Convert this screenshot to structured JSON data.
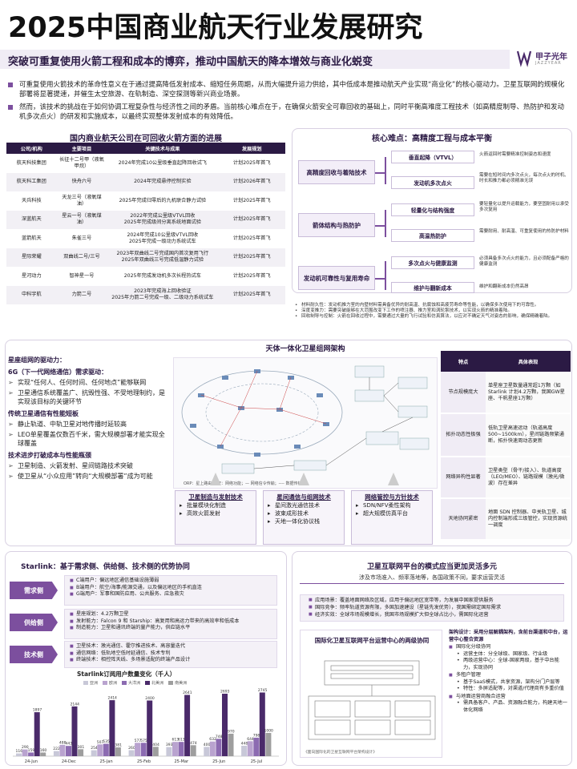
{
  "header": {
    "title": "2025中国商业航天行业发展研究",
    "subtitle": "突破可重复使用火箭工程和成本的博弈，推动中国航天的降本增效与商业化蜕变",
    "logo_cn": "甲子光年",
    "logo_en": "JAZZYEAR"
  },
  "intro": [
    "可重复使用火箭技术的革命性意义在于通过提高降低发射成本、缩短任务周期，从而大幅提升运力供给，其中低成本是推动航天产业实现“商业化”的核心驱动力。卫星互联网的规模化部署将显著提速，并催生太空旅游、在轨制造、深空探测等新兴商业场景。",
    "然而，该技术的挑战在于如何协调工程复杂性与经济性之间的矛盾。当前核心难点在于，在确保火箭安全可靠回收的基础上，同时平衡高难度工程技术（如高精度制导、热防护和发动机多次点火）的研发和实施成本，以最终实现整体发射成本的有效降低。"
  ],
  "progress": {
    "title": "国内商业航天公司在可回收火箭方面的进展",
    "headers": [
      "公司/机构",
      "主要项目",
      "关键技术与成果",
      "发展规划"
    ],
    "rows": [
      [
        "航天科技集团",
        "长征十二号甲（液氧甲烷）",
        "2024年完成10公里级垂直起降回收试飞",
        "计划2025年首飞"
      ],
      [
        "航天科工集团",
        "快舟六号",
        "2024年完成悬停控制实验",
        "计划2026年首飞"
      ],
      [
        "天兵科技",
        "天龙三号（液氧煤油）",
        "2025年完成归零后的九机联合静力试验",
        "计划2025年首飞"
      ],
      [
        "深蓝航天",
        "星云一号（液氧煤油）",
        "2022年完成公里级VTVL回收\n2025年完成级间分离系统地面试验",
        "计划2025年首飞"
      ],
      [
        "蓝箭航天",
        "朱雀三号",
        "2024年完成10公里级VTVL回收\n2025年完成一级动力系统试车",
        "计划2025年首飞"
      ],
      [
        "星际荣耀",
        "双曲线二号/三号",
        "2023年双曲线二号完成国内首次复用飞行\n2025年双曲线三号完成低温静力试验",
        "计划2025年首飞"
      ],
      [
        "星河动力",
        "智神星一号",
        "2025年完成发动机多次长程热试车",
        "计划2025年首飞"
      ],
      [
        "中科宇航",
        "力箭二号",
        "2023年完成海上回收验证\n2025年力箭二号完成一级、二级动力系统试车",
        "计划2025年首飞"
      ]
    ]
  },
  "core": {
    "title": "核心难点：高精度工程与成本平衡",
    "groups": [
      {
        "label": "高精度回收与着陆技术",
        "items": [
          {
            "name": "垂直起降（VTVL）",
            "desc": "火箭返回时需要精准控制姿态和速度"
          },
          {
            "name": "发动机多次点火",
            "desc": "需要在短时间内多次点火，每次点火的时机、时长和推力都必须精准无误"
          }
        ]
      },
      {
        "label": "箭体结构与热防护",
        "items": [
          {
            "name": "轻量化与结构强度",
            "desc": "要轻量化以提升运载能力，要坚固耐用以承受多次复用"
          },
          {
            "name": "高温热防护",
            "desc": "需要耐用、耐高温、可重复使用的热防护材料"
          }
        ]
      },
      {
        "label": "发动机可靠性与复用寿命",
        "items": [
          {
            "name": "多次点火与健康监测",
            "desc": "必须具备多次点火的能力，且必须配备严格的健康监测"
          },
          {
            "name": "维护与翻新成本",
            "desc": "维护和翻新成本仍然高昂"
          }
        ]
      }
    ],
    "notes": [
      "材料耐久性：发动机推力室的内壁材料需具备优异的耐高温、抗腐蚀和高疲劳寿命等性能，以确保多次使用下的可靠性。",
      "深度变推力：需要突破能够在大范围改变下工作的喷注器、推力室和涡轮泵技术，以实现火箭的精准着陆。",
      "回收制导与控制：火箭在回收过程中，需要通过大量的飞行试验和仿真算法，以应对不确定天气对姿态的影响，确保精确着陆。"
    ]
  },
  "network": {
    "title": "天体一体化卫星组网架构",
    "driver_title": "星座组网的驱动力：",
    "driver_h1": "6G（下一代网络通信）需求驱动：",
    "driver_items1": [
      "实现“任何人、任何时间、任何地点”能够联网",
      "卫星通信系统覆盖广、抗毁性强、不受地理制约，是实现该目标的关键环节"
    ],
    "driver_h2": "传统卫星通信有性能短板",
    "driver_items2": [
      "静止轨道、中轨卫星对地传播时延较高",
      "LEO单星覆盖仅数百千米，需大规模部署才能实现全球覆盖"
    ],
    "driver_h3": "技术进步打破成本与性能瓶颈",
    "driver_items3": [
      "卫星制造、火箭发射、星间链路技术突破",
      "使卫星从“小众应用”转向“大规模部署”成为可能"
    ],
    "diagram_caption": "ORP：星上路由；NF：网络功能；— 网络信令传输；---- 数据传输",
    "tech_boxes": [
      {
        "title": "卫星制造与发射技术",
        "items": [
          "批量模块化制造",
          "高效火箭发射"
        ]
      },
      {
        "title": "星间通信与组网技术",
        "items": [
          "星间激光通信技术",
          "波束成形技术",
          "天地一体化协议栈"
        ]
      },
      {
        "title": "网络管控与方针技术",
        "items": [
          "SDN/NFV柔性架构",
          "超大规模仿真平台"
        ]
      }
    ],
    "feature_headers": [
      "特点",
      "具体表现"
    ],
    "features": [
      [
        "节点规模庞大",
        "单星座卫星数量通常超1万颗（如Starlink 计划4.2万颗，我国GW星座、千帆星座1万颗）"
      ],
      [
        "拓扑动态性极强",
        "低轨卫星高速运动（轨道高度500~1500km），星间链路频繁通断，拓扑快速周动态更新"
      ],
      [
        "网络异构性显著",
        "卫星类型（骨干/接入）、轨道高度（LEO/MEO）、链路规模（激光/微波）存在差异"
      ],
      [
        "天地协同紧密",
        "地面 SDN 控制器、中关轨卫星、城内控制端形成三级管控，实现资源统一调度"
      ]
    ]
  },
  "starlink": {
    "title": "Starlink：基于需求侧、供给侧、技术侧的优势协同",
    "sides": [
      {
        "label": "需求侧",
        "rows": [
          "C端用户：偏远地区通信基础设施薄弱",
          "B端用户：航空/海事/能源交通，以及偏远地区的手机直连",
          "G端用户：军事和国防应用、公共服务、应急救灾"
        ]
      },
      {
        "label": "供给侧",
        "rows": [
          "星座规划：4.2万颗卫星",
          "发射能力：Falcon 9 和 Starship：高复用和高运力带来的高效率和低成本",
          "制造能力：卫星和通讯终端的量产能力，供应链水平"
        ]
      },
      {
        "label": "技术侧",
        "rows": [
          "卫星技术：激光通信、霍尔推进技术、高容量迭代",
          "通信网络：低轨地空低时延通信、技术专利",
          "终端技术：相控阵天线、多场景适配的终端产品设计"
        ]
      }
    ],
    "chart_title": "Starlink订阅用户数量变化（千人）"
  },
  "chart_data": {
    "type": "bar",
    "title": "Starlink订阅用户数量变化（千人）",
    "categories": [
      "24-Jun",
      "24-Dec",
      "25-Jan",
      "25-Feb",
      "25-Mar",
      "25-Jun",
      "25-Jul"
    ],
    "series": [
      {
        "name": "亚洲",
        "color": "#c8c8d8",
        "values": [
          116,
          222,
          254,
          260,
          393,
          400,
          448
        ]
      },
      {
        "name": "欧洲",
        "color": "#b9a3cf",
        "values": [
          290,
          488,
          507,
          577,
          613,
          632,
          644
        ]
      },
      {
        "name": "大洋洲",
        "color": "#8c6bb1",
        "values": [
          159,
          443,
          535,
          575,
          613,
          748,
          798
        ]
      },
      {
        "name": "北美洲",
        "color": "#4a2a6a",
        "values": [
          1897,
          2144,
          2414,
          2400,
          2641,
          2693,
          2745
        ]
      },
      {
        "name": "南美洲",
        "color": "#9e9e9e",
        "values": [
          160,
          301,
          381,
          404,
          474,
          970,
          1000
        ]
      }
    ]
  },
  "platform": {
    "title": "卫星互联网平台的模式应当更加灵活多元",
    "sub": "涉及市场准入、频率落地等，各国政策不同，要求运营灵活",
    "rows": [
      "应用场景：覆盖地面网络及区域，应用于偏远地区宽带等，为发展中国家提供服务",
      "国际竞争：频率轨道资源有限，多国加速建设（星链先发优势），我国需绑定国际需求",
      "经济实效：全球市场规模增长，我国市场规模扩大但全球占比小，需国际化运营"
    ],
    "diagram_caption": "国际化卫星互联网平台运营中心的两级协同",
    "diagram_foot": "《面向国际化的卫星互联网平台架构设计》",
    "list_h": "架构设计：采用分层解耦架构，含前台渠道和中台，运营中心整合资源",
    "list": [
      {
        "b": "国际化分级协同",
        "s": [
          "运营主体：分全球级、国家级、行业级",
          "两级运营中心：全球-国家两级，基于中台能力，实现协同"
        ]
      },
      {
        "b": "多租户管理",
        "s": [
          "基于SaaS模式，共享资源，架构分门户层等",
          "特性：多屏适配等，对渠道/代理商有多重价值"
        ]
      },
      {
        "b": "与地面运营商融合运营",
        "s": [
          "需具备客户、产品、资源融合能力，构建天地一体化网络"
        ]
      }
    ]
  }
}
